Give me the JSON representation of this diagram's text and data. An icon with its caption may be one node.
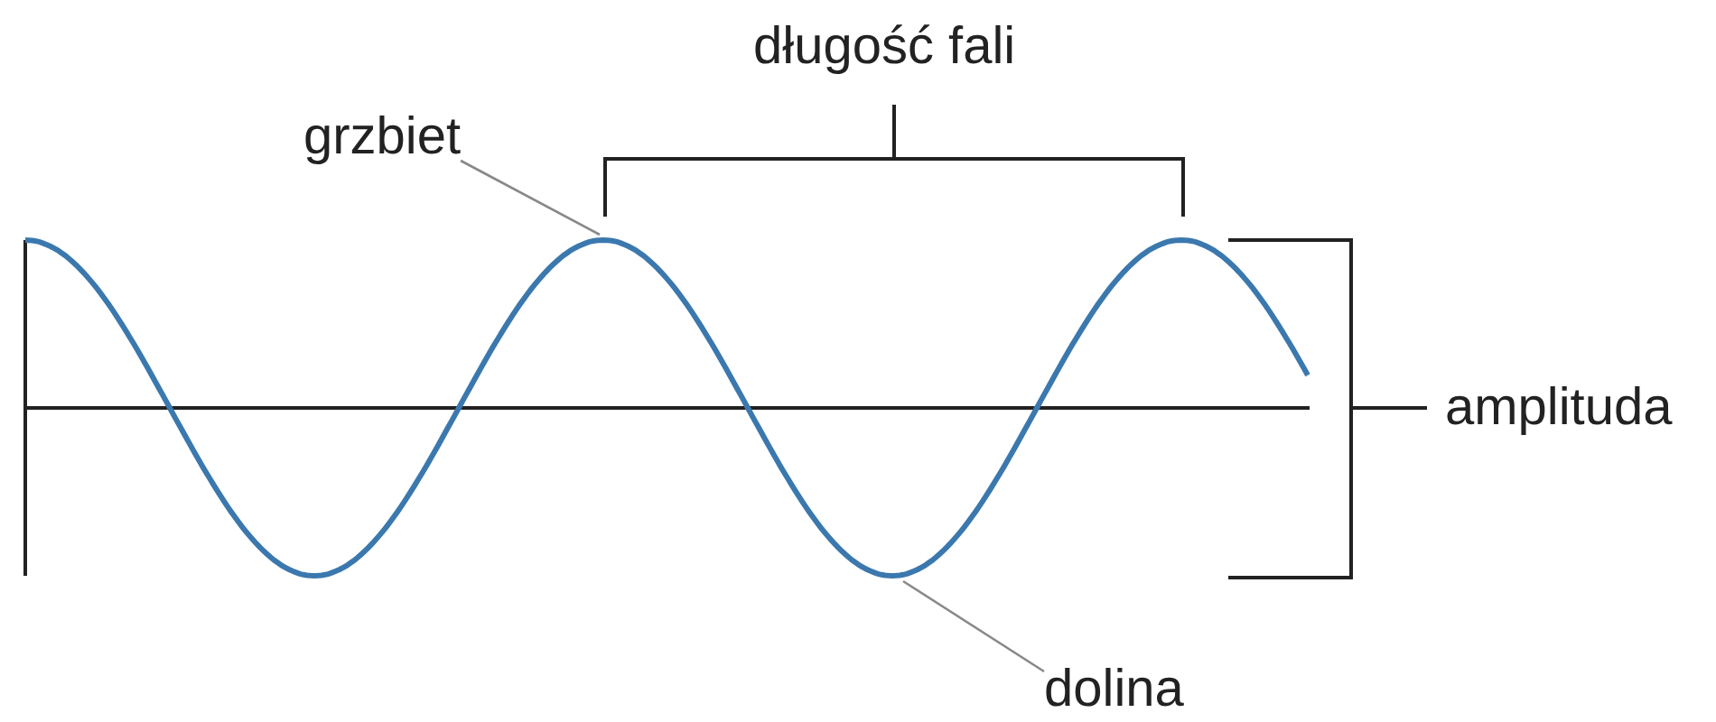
{
  "diagram": {
    "nodes": [
      {
        "text": [
          "grzbiet"
        ]
      },
      {
        "text": [
          "dolina"
        ]
      }
    ],
    "edges": [
      {
        "from": 0,
        "to": null,
        "arrow": "none"
      },
      {
        "from": 1,
        "to": null,
        "arrow": "none"
      }
    ],
    "labels": [
      "długość fali",
      "amplituda"
    ]
  }
}
